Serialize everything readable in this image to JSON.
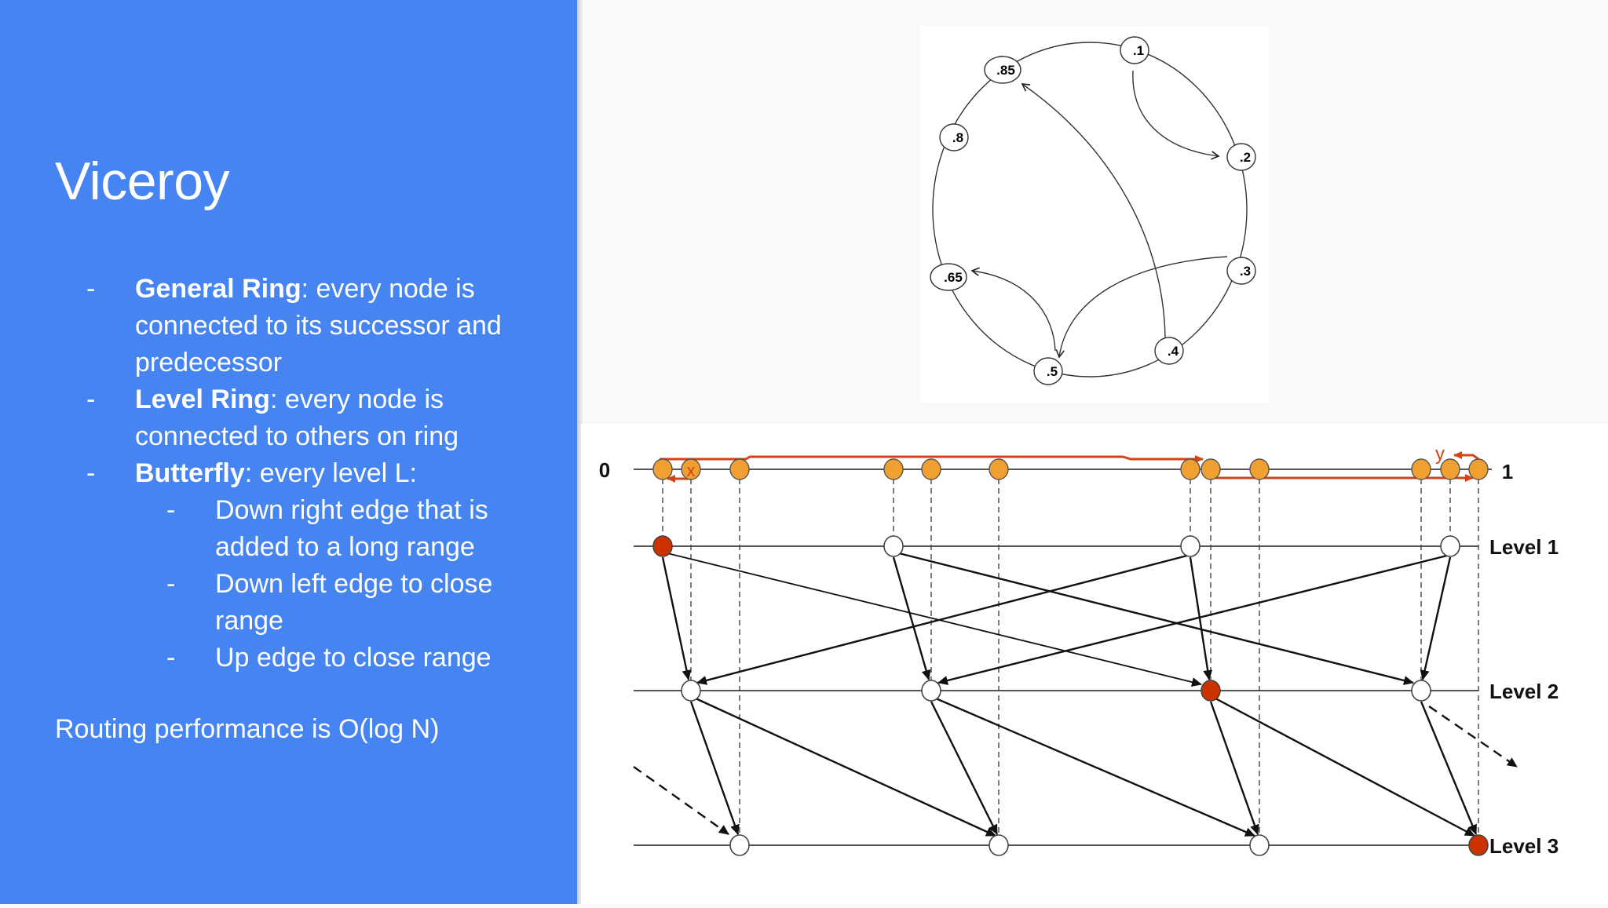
{
  "slide": {
    "title": "Viceroy",
    "bullets": [
      {
        "level": 1,
        "bold": "General Ring",
        "text": ": every node is connected to its successor and predecessor"
      },
      {
        "level": 1,
        "bold": "Level Ring",
        "text": ": every node is connected to others on ring"
      },
      {
        "level": 1,
        "bold": "Butterfly",
        "text": ": every level L:"
      },
      {
        "level": 2,
        "bold": "",
        "text": "Down right edge that is added to a long range"
      },
      {
        "level": 2,
        "bold": "",
        "text": "Down left edge to close range"
      },
      {
        "level": 2,
        "bold": "",
        "text": "Up edge to close range"
      }
    ],
    "bullet_marker": "-",
    "footer": "Routing performance is O(log N)"
  },
  "colors": {
    "panel_blue": "#4584f1",
    "orange_node": "#f0a030",
    "red_node": "#cc3300",
    "route_red": "#d84315"
  },
  "ring_diagram": {
    "nodes": [
      ".1",
      ".2",
      ".3",
      ".4",
      ".5",
      ".65",
      ".8",
      ".85"
    ],
    "edges": [
      {
        "from": ".1",
        "to": ".2"
      },
      {
        "from": ".4",
        "to": ".85"
      },
      {
        "from": ".3",
        "to": ".5"
      },
      {
        "from": ".5",
        "to": ".65"
      }
    ]
  },
  "butterfly_diagram": {
    "axis_start": "0",
    "axis_end": "1",
    "levels": [
      "Level 1",
      "Level 2",
      "Level 3"
    ],
    "markers": {
      "x": "x",
      "y": "y"
    }
  }
}
